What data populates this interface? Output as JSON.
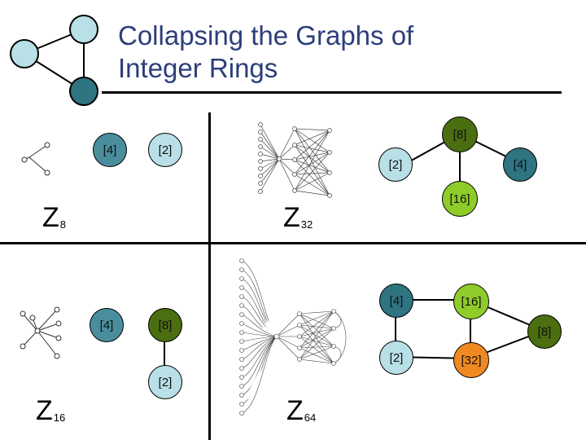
{
  "title": {
    "line1": "Collapsing the Graphs of",
    "line2": "Integer Rings"
  },
  "colors": {
    "light_blue": "#b8e0e6",
    "teal": "#2e7481",
    "steel_teal": "#4a8e9e",
    "dark_olive": "#4a6e10",
    "lime": "#8fcc2a",
    "orange": "#f08a20"
  },
  "panels": {
    "z8": {
      "ring": "Z",
      "subscript": "8",
      "nodes": [
        "[4]",
        "[2]"
      ]
    },
    "z32": {
      "ring": "Z",
      "subscript": "32",
      "nodes": [
        "[8]",
        "[2]",
        "[4]",
        "[16]"
      ]
    },
    "z16": {
      "ring": "Z",
      "subscript": "16",
      "nodes": [
        "[4]",
        "[8]",
        "[2]"
      ]
    },
    "z64": {
      "ring": "Z",
      "subscript": "64",
      "nodes": [
        "[4]",
        "[16]",
        "[8]",
        "[2]",
        "[32]"
      ]
    }
  }
}
